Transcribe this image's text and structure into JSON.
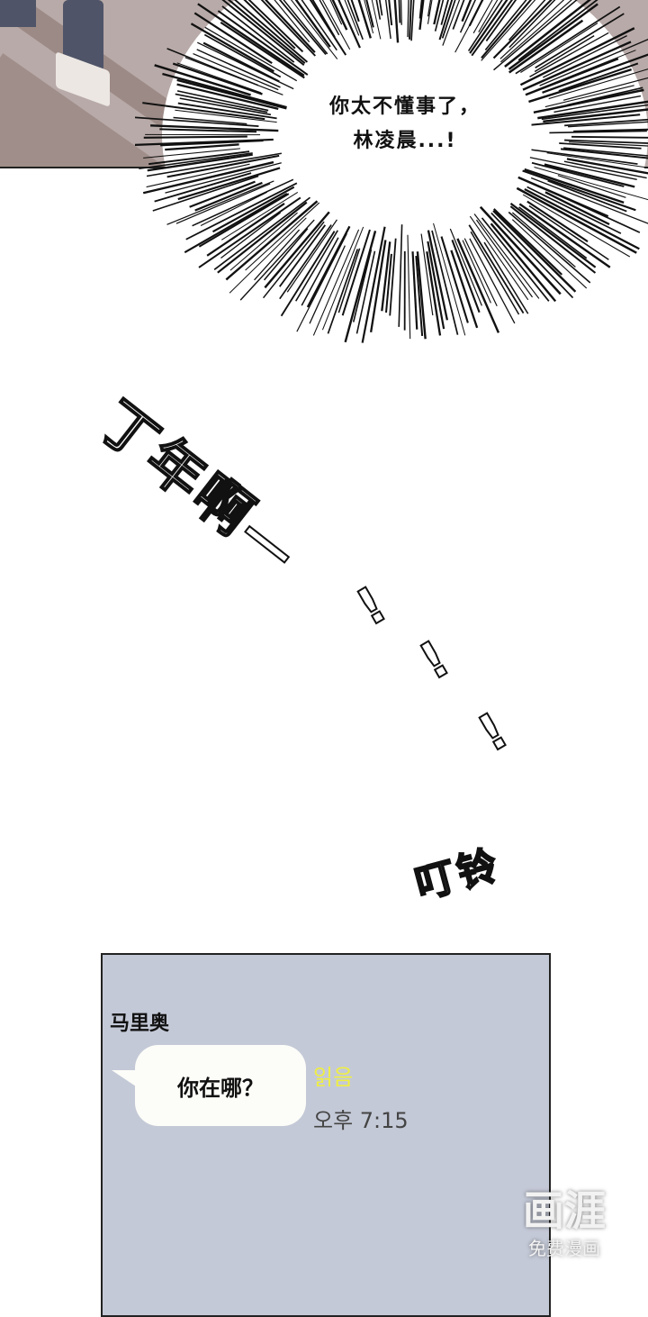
{
  "panel1": {
    "speech": [
      "你太不懂事了，",
      "林凌晨...!"
    ]
  },
  "sfx": {
    "shout": "丁年啊—",
    "exclaims": [
      "!",
      "!",
      "!"
    ],
    "ring": "叮铃"
  },
  "chat": {
    "sender": "马里奥",
    "message": "你在哪？",
    "read_status": "읽음",
    "time": "오후 7:15",
    "colors": {
      "background": "#c4c9d7",
      "read": "#eeee44",
      "bubble": "#fcfdf8"
    }
  },
  "watermark": {
    "logo": "画涯",
    "tagline": "免费漫画"
  }
}
